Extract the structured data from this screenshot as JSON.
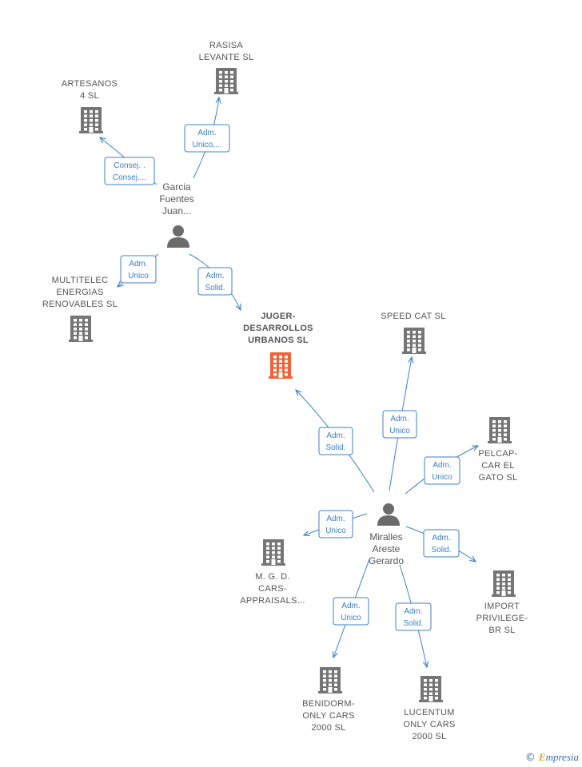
{
  "colors": {
    "edge": "#3b7fd0",
    "building": "#757575",
    "main_building": "#f0633a",
    "person": "#6b6b6b"
  },
  "credit": {
    "symbol": "©",
    "brand_initial": "E",
    "brand_rest": "mpresia"
  },
  "nodes": [
    {
      "id": "rasisa",
      "type": "company",
      "icon": "building-icon",
      "label": [
        "RASISA",
        "LEVANTE SL"
      ]
    },
    {
      "id": "artesanos",
      "type": "company",
      "icon": "building-icon",
      "label": [
        "ARTESANOS",
        "4 SL"
      ]
    },
    {
      "id": "multitelec",
      "type": "company",
      "icon": "building-icon",
      "label": [
        "MULTITELEC",
        "ENERGIAS",
        "RENOVABLES SL"
      ]
    },
    {
      "id": "juger",
      "type": "company",
      "icon": "building-icon",
      "highlight": true,
      "label": [
        "JUGER-",
        "DESARROLLOS",
        "URBANOS  SL"
      ]
    },
    {
      "id": "speedcat",
      "type": "company",
      "icon": "building-icon",
      "label": [
        "SPEED CAT  SL"
      ]
    },
    {
      "id": "pelcap",
      "type": "company",
      "icon": "building-icon",
      "label": [
        "PELCAP-",
        "CAR EL",
        "GATO SL"
      ]
    },
    {
      "id": "mgd",
      "type": "company",
      "icon": "building-icon",
      "label": [
        "M.  G. D.",
        "CARS-",
        "APPRAISALS..."
      ]
    },
    {
      "id": "import",
      "type": "company",
      "icon": "building-icon",
      "label": [
        "IMPORT",
        "PRIVILEGE-",
        "BR  SL"
      ]
    },
    {
      "id": "benidorm",
      "type": "company",
      "icon": "building-icon",
      "label": [
        "BENIDORM-",
        "ONLY CARS",
        "2000  SL"
      ]
    },
    {
      "id": "lucentum",
      "type": "company",
      "icon": "building-icon",
      "label": [
        "LUCENTUM",
        "ONLY CARS",
        "2000  SL"
      ]
    },
    {
      "id": "garcia",
      "type": "person",
      "icon": "person-icon",
      "label": [
        "Garcia",
        "Fuentes",
        "Juan..."
      ]
    },
    {
      "id": "miralles",
      "type": "person",
      "icon": "person-icon",
      "label": [
        "Miralles",
        "Areste",
        "Gerardo"
      ]
    }
  ],
  "edges": [
    {
      "from": "garcia",
      "to": "rasisa",
      "label": [
        "Adm.",
        "Unico,..."
      ]
    },
    {
      "from": "garcia",
      "to": "artesanos",
      "label": [
        "Consej. .",
        "Consej...."
      ]
    },
    {
      "from": "garcia",
      "to": "multitelec",
      "label": [
        "Adm.",
        "Unico"
      ]
    },
    {
      "from": "garcia",
      "to": "juger",
      "label": [
        "Adm.",
        "Solid."
      ]
    },
    {
      "from": "miralles",
      "to": "juger",
      "label": [
        "Adm.",
        "Solid."
      ]
    },
    {
      "from": "miralles",
      "to": "speedcat",
      "label": [
        "Adm.",
        "Unico"
      ]
    },
    {
      "from": "miralles",
      "to": "pelcap",
      "label": [
        "Adm.",
        "Unico"
      ]
    },
    {
      "from": "miralles",
      "to": "mgd",
      "label": [
        "Adm.",
        "Unico"
      ]
    },
    {
      "from": "miralles",
      "to": "import",
      "label": [
        "Adm.",
        "Solid."
      ]
    },
    {
      "from": "miralles",
      "to": "benidorm",
      "label": [
        "Adm.",
        "Unico"
      ]
    },
    {
      "from": "miralles",
      "to": "lucentum",
      "label": [
        "Adm.",
        "Solid."
      ]
    }
  ]
}
